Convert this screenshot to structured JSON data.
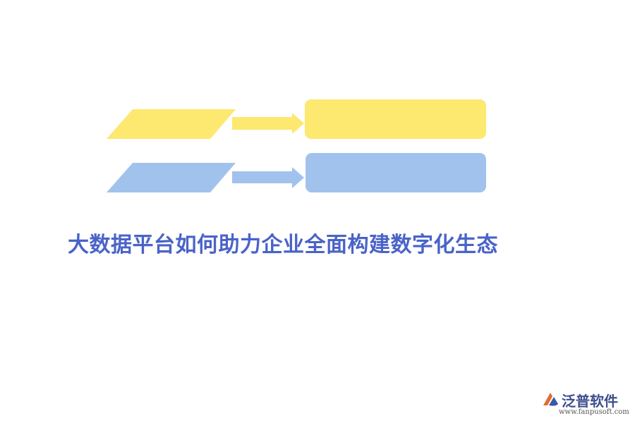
{
  "title": {
    "text": "大数据平台如何助力企业全面构建数字化生态",
    "color": "#4a63c8"
  },
  "diagram": {
    "rows": [
      {
        "color": "#fde870",
        "arrow_color": "#fde870",
        "box_color": "#fde870"
      },
      {
        "color": "#a2c2ee",
        "arrow_color": "#a2c2ee",
        "box_color": "#a2c2ee"
      }
    ]
  },
  "logo": {
    "name": "泛普软件",
    "url": "www.fanpusoft.com",
    "icon": "fanpu-logo-icon",
    "mark_colors": [
      "#e36b2d",
      "#3a5aa8"
    ]
  }
}
